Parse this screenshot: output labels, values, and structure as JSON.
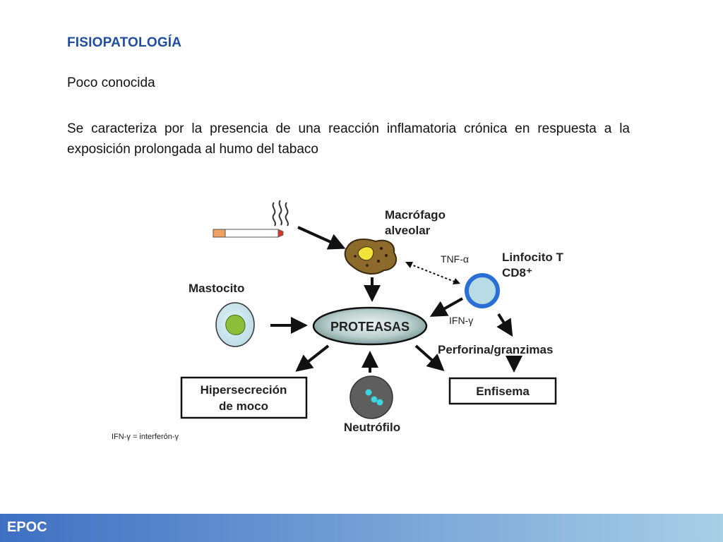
{
  "slide": {
    "title": "FISIOPATOLOGÍA",
    "line1": "Poco conocida",
    "line2": "Se caracteriza por la presencia de una reacción inflamatoria crónica en respuesta a la exposición prolongada al humo del tabaco"
  },
  "diagram": {
    "macrophage_line1": "Macrófago",
    "macrophage_line2": "alveolar",
    "tnf": "TNF-α",
    "lymphocyte_line1": "Linfocito T",
    "lymphocyte_line2": "CD8⁺",
    "mastocyte": "Mastocito",
    "proteases": "PROTEASAS",
    "ifn": "IFN-γ",
    "perforin": "Perforina/granzimas",
    "hypersecretion_line1": "Hipersecreción",
    "hypersecretion_line2": "de moco",
    "emphysema": "Enfisema",
    "neutrophil": "Neutrófilo",
    "footnote": "IFN-γ = interferón-γ"
  },
  "footer": {
    "label": "EPOC"
  }
}
